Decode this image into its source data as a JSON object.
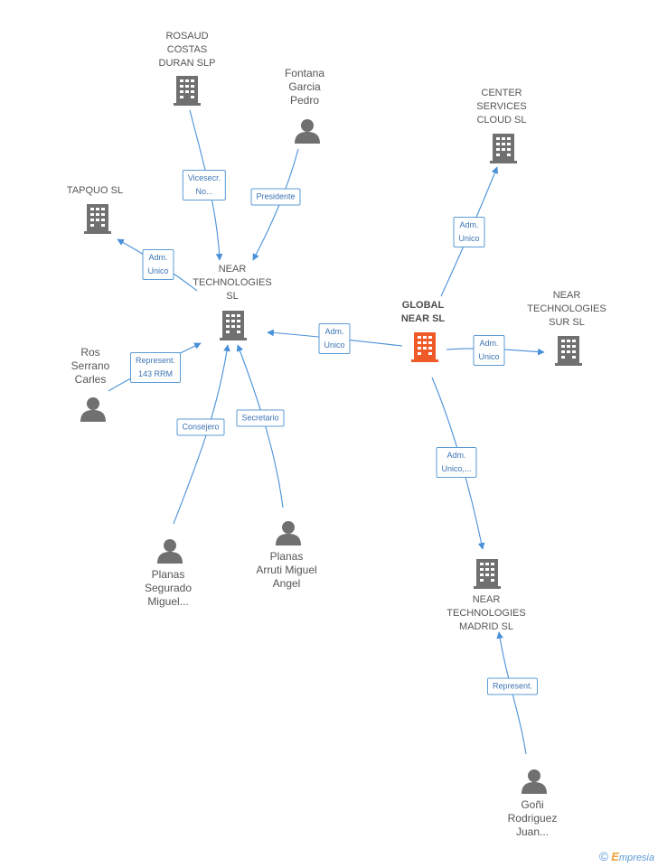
{
  "colors": {
    "edge": "#4a90d9",
    "company_icon": "#707070",
    "focus_icon": "#f05a28",
    "person_icon": "#707070"
  },
  "nodes": {
    "rosaud": {
      "label": "ROSAUD\nCOSTAS\nDURAN  SLP",
      "icon": "building-icon"
    },
    "fontana": {
      "label": "Fontana\nGarcia\nPedro",
      "icon": "person-icon"
    },
    "center_services": {
      "label": "CENTER\nSERVICES\nCLOUD SL",
      "icon": "building-icon"
    },
    "tapquo": {
      "label": "TAPQUO SL",
      "icon": "building-icon"
    },
    "near_tech": {
      "label": "NEAR\nTECHNOLOGIES\nSL",
      "icon": "building-icon"
    },
    "global_near": {
      "label": "GLOBAL\nNEAR SL",
      "icon": "building-icon"
    },
    "near_sur": {
      "label": "NEAR\nTECHNOLOGIES\nSUR SL",
      "icon": "building-icon"
    },
    "ros_serrano": {
      "label": "Ros\nSerrano\nCarles",
      "icon": "person-icon"
    },
    "planas_segurado": {
      "label": "Planas\nSegurado\nMiguel...",
      "icon": "person-icon"
    },
    "planas_arruti": {
      "label": "Planas\nArruti Miguel\nAngel",
      "icon": "person-icon"
    },
    "near_madrid": {
      "label": "NEAR\nTECHNOLOGIES\nMADRID SL",
      "icon": "building-icon"
    },
    "goni": {
      "label": "Goñi\nRodriguez\nJuan...",
      "icon": "person-icon"
    }
  },
  "relations": {
    "vicesecr": "Vicesecr.\nNo...",
    "presidente": "Presidente",
    "adm_center": "Adm.\nUnico",
    "adm_tapquo": "Adm.\nUnico",
    "adm_near": "Adm.\nUnico",
    "adm_sur": "Adm.\nUnico",
    "represent_143": "Represent.\n143 RRM",
    "consejero": "Consejero",
    "secretario": "Secretario",
    "adm_madrid": "Adm.\nUnico,...",
    "represent_goni": "Represent."
  },
  "footer": {
    "copyright": "©",
    "brand_initial": "E",
    "brand_rest": "mpresia"
  }
}
